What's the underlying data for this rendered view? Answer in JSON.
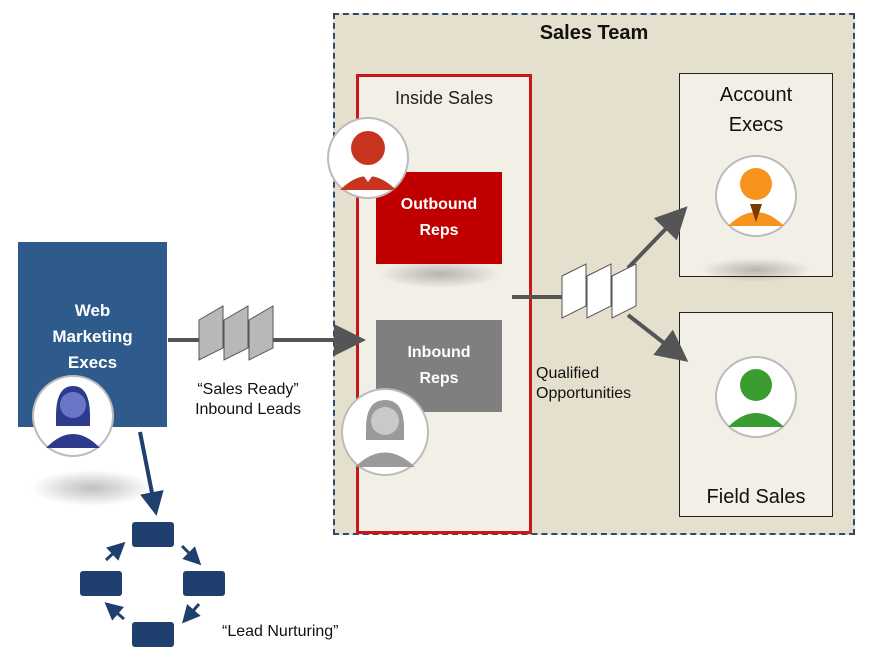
{
  "sales_team": {
    "title": "Sales Team"
  },
  "inside_sales": {
    "title": "Inside Sales",
    "outbound": [
      "Outbound",
      "Reps"
    ],
    "inbound": [
      "Inbound",
      "Reps"
    ]
  },
  "account_execs": {
    "label_lines": [
      "Account",
      "Execs"
    ]
  },
  "field_sales": {
    "label": "Field Sales"
  },
  "web_marketing": {
    "label_lines": [
      "Web",
      "Marketing",
      "Execs"
    ]
  },
  "flows": {
    "sales_ready_lines": [
      "“Sales Ready”",
      "Inbound Leads"
    ],
    "qualified_lines": [
      "Qualified",
      "Opportunities"
    ],
    "lead_nurturing": "“Lead Nurturing”"
  },
  "colors": {
    "sales_team_bg": "#e5dfcd",
    "inside_sales_border": "#c8161d",
    "outbound_bg": "#c00000",
    "inbound_bg": "#7f7f7f",
    "web_marketing_bg": "#2f5b8c",
    "account_exec_avatar": "#f7941d",
    "field_sales_avatar": "#3a9d2f",
    "web_marketing_avatar": "#2e3a8c",
    "outbound_avatar": "#c8351f",
    "inbound_avatar": "#9a9a9a"
  },
  "icons": [
    "person-avatar-icon",
    "document-stack-icon",
    "arrow-icon",
    "cycle-box-icon"
  ]
}
